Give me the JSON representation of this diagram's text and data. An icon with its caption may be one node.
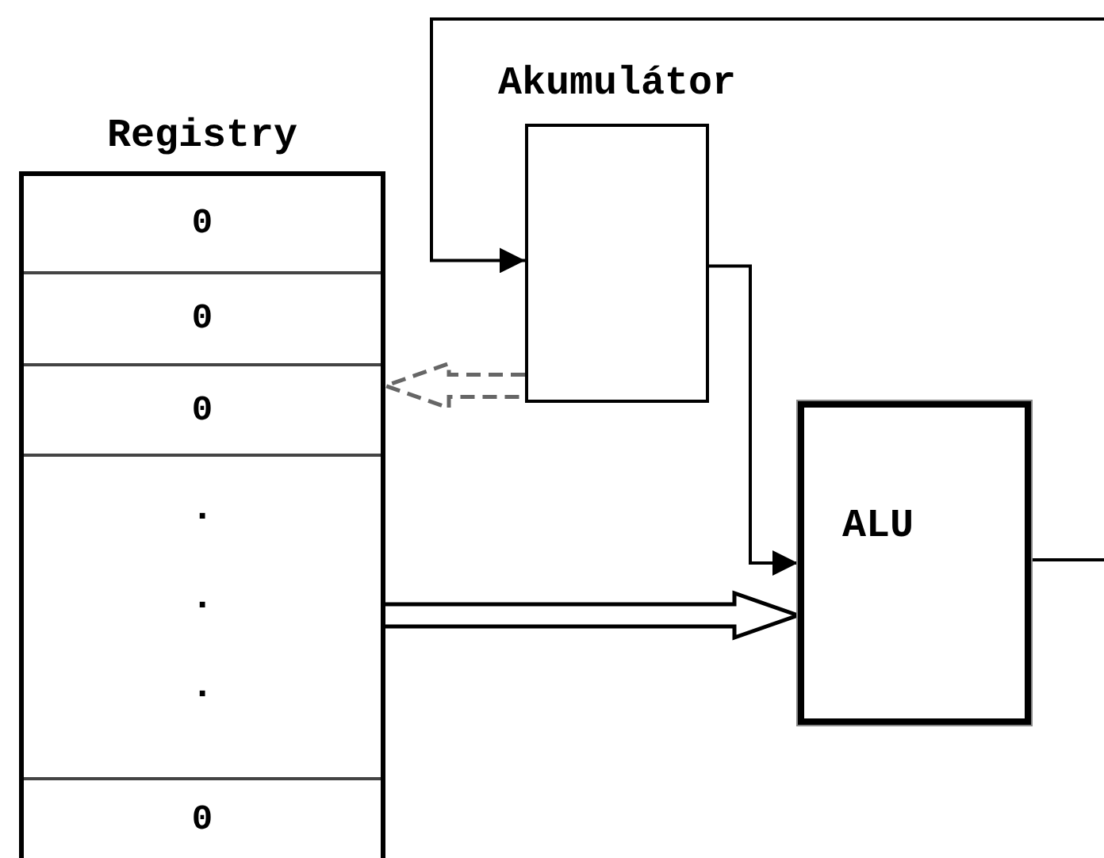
{
  "diagram": {
    "nodes": [
      {
        "text": [
          "Registry"
        ]
      },
      {
        "text": [
          "0"
        ],
        "in": 0
      },
      {
        "text": [
          "0"
        ],
        "in": 0
      },
      {
        "text": [
          "0"
        ],
        "in": 0
      },
      {
        "text": [
          ". . ."
        ],
        "in": 0
      },
      {
        "text": [
          "0"
        ],
        "in": 0
      },
      {
        "text": [
          "Akumulátor"
        ]
      },
      {
        "text": [
          "ALU"
        ]
      }
    ],
    "edges": [
      {
        "from": null,
        "to": 6,
        "arrow": "to"
      },
      {
        "from": 6,
        "to": 7,
        "arrow": "to"
      },
      {
        "from": 6,
        "to": 3,
        "arrow": "to",
        "style": "dashed"
      },
      {
        "from": 4,
        "to": 7,
        "arrow": "to",
        "style": "thick"
      },
      {
        "from": 7,
        "to": null,
        "arrow": "none"
      }
    ]
  }
}
